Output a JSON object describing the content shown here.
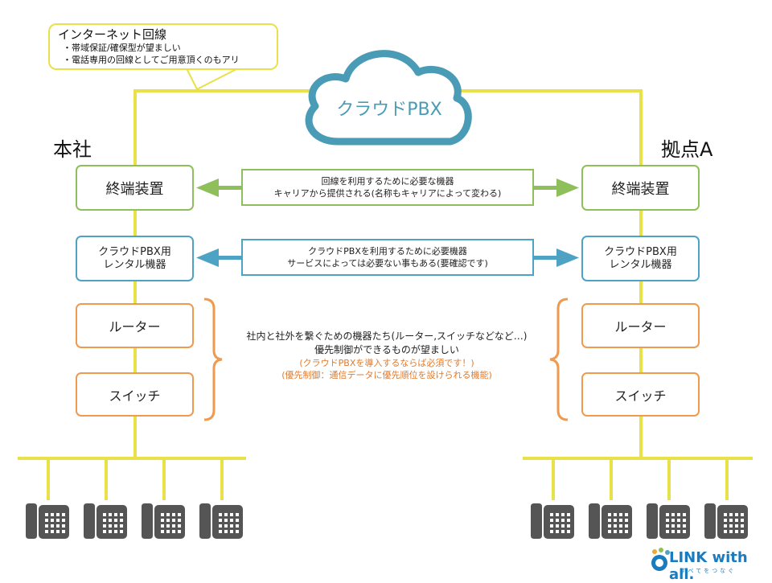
{
  "callout": {
    "title": "インターネット回線",
    "items": [
      "・帯域保証/確保型が望ましい",
      "・電話専用の回線としてご用意頂くのもアリ"
    ]
  },
  "cloud": {
    "label": "クラウドPBX"
  },
  "sites": {
    "left": "本社",
    "right": "拠点A"
  },
  "devices": {
    "terminal": "終端装置",
    "pbx_rental": [
      "クラウドPBX用",
      "レンタル機器"
    ],
    "router": "ルーター",
    "switch": "スイッチ"
  },
  "notes": {
    "terminal": [
      "回線を利用するために必要な機器",
      "キャリアから提供される(名称もキャリアによって変わる)"
    ],
    "pbx": [
      "クラウドPBXを利用するために必要機器",
      "サービスによっては必要ない事もある(要確認です)"
    ]
  },
  "center_text": {
    "main": [
      "社内と社外を繋ぐための機器たち(ルーター,スイッチなどなど…)",
      "優先制御ができるものが望ましい"
    ],
    "sub": [
      "(クラウドPBXを導入するならば必須です！)",
      "(優先制御：通信データに優先順位を設けられる機能)"
    ]
  },
  "logo": {
    "text": "LINK with all.",
    "sub": "すべてをつなぐ"
  },
  "colors": {
    "line": "#e8e14a",
    "cloud": "#4a9bb5",
    "green": "#8fbf5a",
    "blue": "#4ea3c4",
    "orange": "#ef9a4f",
    "phone": "#555555"
  },
  "icons": {
    "phone": "desk-phone-icon",
    "arrow": "double-arrow-icon",
    "bracket": "bracket-icon"
  }
}
